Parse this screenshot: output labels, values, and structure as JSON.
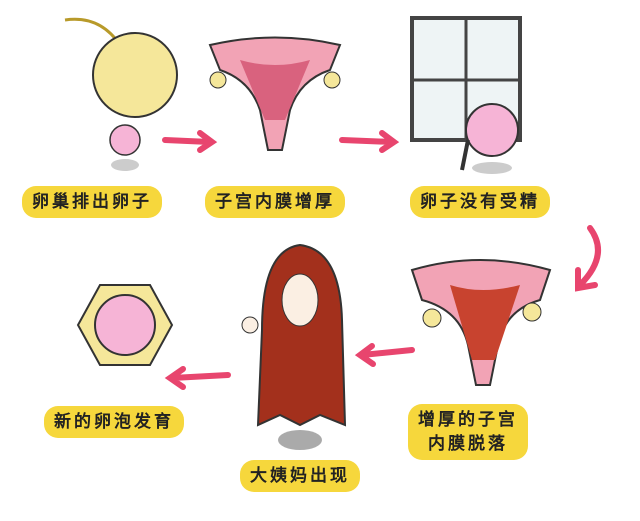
{
  "steps": [
    {
      "label": "卵巢排出卵子"
    },
    {
      "label": "子宫内膜增厚"
    },
    {
      "label": "卵子没有受精"
    },
    {
      "label_line1": "增厚的子宫",
      "label_line2": "内膜脱落"
    },
    {
      "label": "大姨妈出现"
    },
    {
      "label": "新的卵泡发育"
    }
  ],
  "colors": {
    "label_bg": "#f6d73c",
    "arrow": "#e8456e",
    "uterus": "#f2a3b5",
    "cloak": "#a3301c",
    "egg": "#f6b4d6"
  }
}
